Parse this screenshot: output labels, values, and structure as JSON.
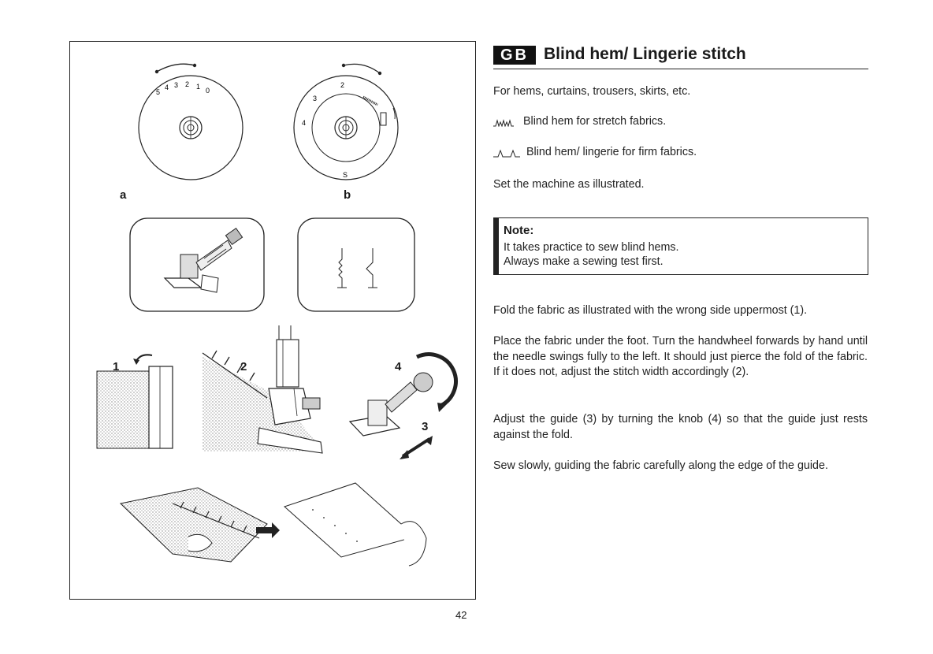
{
  "header": {
    "lang_badge": "GB",
    "title": "Blind hem/ Lingerie stitch"
  },
  "intro": "For hems, curtains, trousers, skirts, etc.",
  "stitches": [
    {
      "icon": "stretch-blind-hem-stitch-icon",
      "label": "Blind hem for stretch fabrics."
    },
    {
      "icon": "firm-blind-hem-stitch-icon",
      "label": "Blind hem/ lingerie for firm fabrics."
    }
  ],
  "setup": "Set the machine as illustrated.",
  "note": {
    "title": "Note:",
    "lines": [
      "It takes practice to sew blind hems.",
      "Always make a sewing test first."
    ]
  },
  "paragraphs": [
    "Fold the fabric as illustrated with the wrong side uppermost (1).",
    "Place the fabric under the foot. Turn the handwheel forwards by hand until the needle swings fully to the left. It should just pierce the fold of the fabric. If it does not, adjust the stitch width accordingly (2).",
    "Adjust the guide (3) by turning the knob (4) so that the guide just rests against the fold.",
    "Sew slowly, guiding the fabric carefully along the edge of the guide."
  ],
  "figure": {
    "dial_a": {
      "label": "a",
      "numbers": [
        "5",
        "4",
        "3",
        "2",
        "1",
        "0"
      ]
    },
    "dial_b": {
      "label": "b",
      "numbers": [
        "2",
        "3",
        "4",
        "S"
      ]
    },
    "callouts": [
      "1",
      "2",
      "3",
      "4"
    ]
  },
  "page_number": "42"
}
